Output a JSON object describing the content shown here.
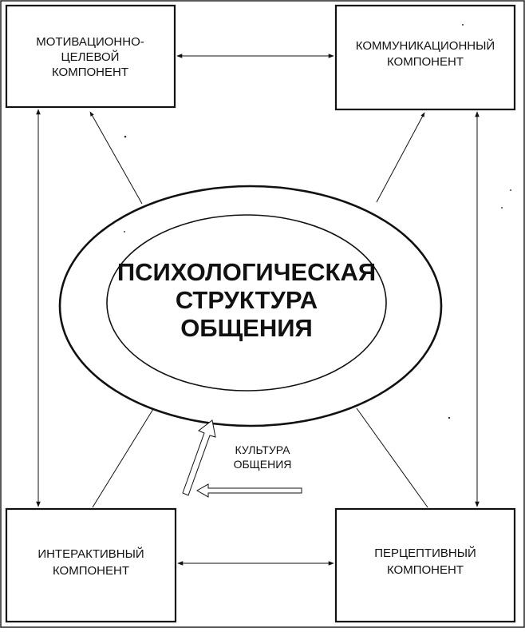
{
  "diagram": {
    "center": {
      "lines": [
        "ПСИХОЛОГИЧЕСКАЯ",
        "СТРУКТУРА",
        "ОБЩЕНИЯ"
      ]
    },
    "boxes": {
      "top_left": {
        "lines": [
          "МОТИВАЦИОННО-",
          "ЦЕЛЕВОЙ",
          "КОМПОНЕНТ"
        ]
      },
      "top_right": {
        "lines": [
          "КОММУНИКАЦИОННЫЙ",
          "КОМПОНЕНТ"
        ]
      },
      "bottom_left": {
        "lines": [
          "ИНТЕРАКТИВНЫЙ",
          "КОМПОНЕНТ"
        ]
      },
      "bottom_right": {
        "lines": [
          "ПЕРЦЕПТИВНЫЙ",
          "КОМПОНЕНТ"
        ]
      }
    },
    "culture_label": {
      "lines": [
        "КУЛЬТУРА",
        "ОБЩЕНИЯ"
      ]
    }
  }
}
